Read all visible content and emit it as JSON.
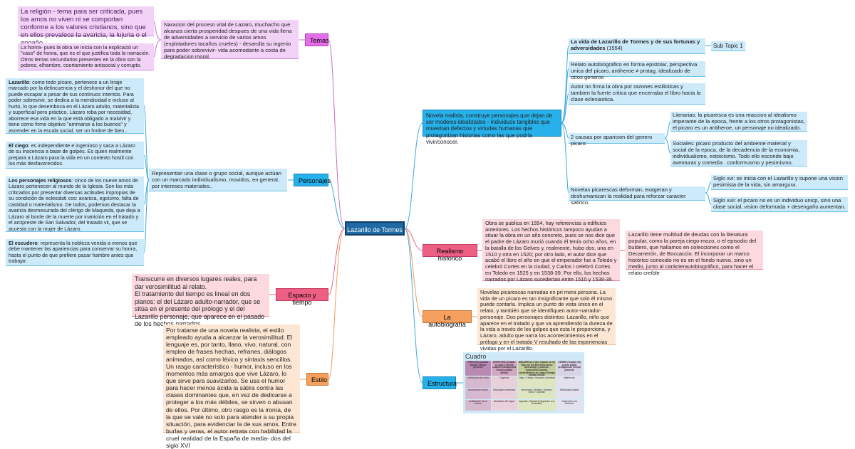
{
  "central": "Lazarillo de Tormes",
  "temas": {
    "label": "Temas",
    "main": "Naracion del proceso vital de Lazaro, muchacho que alcanza cierta prosperidad despues de una vida llena de adversidades a servicio de varios amos (explotadores tacaños crueles) - desarolla su ingenio para poder sobrevivir- vida acomodante a costa de degradacion moral.",
    "religion": "La religión - tema para ser criticada, pues los amos no viven ni se comportan conforme a los valores cristianos, sino que en ellos prevalece la avaricia, la lujuria o el engaño.",
    "honra": "La honra- pues la obra se inicia con la explicació un \"caso\" de honra, que es el que justifica toda la narración. Otros temas secundarios presentes en la obra son la pobrez, elhambre, coortamiento antisocial y corrupto."
  },
  "personajes": {
    "label": "Personajes",
    "main": "Representan una clase o grupo social, aunque actúan con un marcado individualismo, movidos, en general, por intereses materiales..",
    "lazarillo_name": "Lazarillo",
    "lazarillo": ": como todo pícaro, pertenece a un linaje marcado por la delincuencia y el deshonor del que no puede escapar a pesar de sus continuos intentos. Para poder sobrevivir, se dedica a la mendicidad e incluso al hurto, lo que desemboca en el Lázaro adulto, materialista y superficial pero práctico. Lázaro roba por necesidad, aborrece esa vida en la que está obligado a malvivir y tiene como firme objetivo \"arrimarse a los buenos\" y ascender en la escala social, ser un hmbre de bien..",
    "ciego_name": "El ciego",
    "ciego": ": es independiente e ingenioso y saca a Lázaro de su inocencia a base de golpes. Es quien realmente prepara a Lázaro para la vida en un contexto hostil con los más desfavorecidos.",
    "religiosos_name": "Los personajes religiosos",
    "religiosos": ": cinco de los nueve amos de Lázaro pertenecen al mundo de la Iglesia. Son los más criticados por presentar diversas actitudes impropias de su condición de eclesiásti cos: avaricia, egoísmo, falta de castidad o materialismo. De todos, podemos destacar la avaricia desmesurada del clérigo de Maqueda, que deja a Lázaro al borde de la muerte por inanición en el tratado y el arcipreste de San Salvador, del tratado vii, que se acuesta con la mujer de Lázaro.",
    "escudero_name": "El escudero",
    "escudero": ": representa la nobleza venida a menos que debe mantener las apariencias para conservar su honra, hasta el punto de que prefiere pasar hambre antes que trabajar."
  },
  "espacio": {
    "label": "Espacio y tiempo",
    "main": "Transcurre en diversos lugares reales, para dar verosimilitud al relato.\nEl tratamiento del tiempo es lineal en dos planos: el del Lázaro adulto-narrador, que se sitúa en el presente del prólogo y el del Lazarillo personaje, que aparece en el pasado de los hechos narrados."
  },
  "estilo": {
    "label": "Estilo",
    "main": "Por tratarse de una novela realista, el estilo empleado ayuda a alcanzar la verosimilitud. El lenguaje es, por tanto, llano, vivo, natural, con empleo de frases hechas, refranes, diálogos animados, así como léxico y sintaxis sencillos.\nUn rasgo característico - humor, incluso en los momentos más amargos que vive Lázaro, lo que sirve para suavizarlos. Se usa el humor para hacer menos ácida la sátira contra las clases dominantes que, en vez de dedicarse a proteger a los más débiles, se sirven o abusan de ellos. Por último, otro rasgo  es la ironía, de la que se vale no solo para atender a su propia situación, para evidenciar la de sus amos. Entre burlas y veras, el autor retrata con habilidad la cruel realidad de la España de media- dos del siglo XVI"
  },
  "novela": {
    "main": "Novela realista, construye personajes que dejan de ser modelos idealizados - individuos tangibles que muestran defectos y virtudes humanas que protagonizan historias como las que podría vivir/conocer.",
    "vida_title": "La vida de Lazarillo de Tormes y de sus fortunas y adversidades",
    "vida_year": " (1554)",
    "subtopic": "Sub Topic 1",
    "relato": "Relato autobiografico en forma epistolar, perspectiva unica del picaro, antiheroe ≠ protag. idealizado de otros generos",
    "autor": "Autor no firma la obra por razones estilisticas y tambien la fuerte critica que encerraba el libro hacia la clase eclesiastica.",
    "causas": "2 causas por aparicion del genero picaro:",
    "literarias": "Literarias: la picaresca es una reaccion al idealismo imperante de la epoca, frente a los otros protagonistas, el picaro es un antiheroe, un personaje no idealizado.",
    "sociales": "Sociales: picaro producto del ambiente material y social de la epoca, de la decadencia de la economia, individualismo, estoicismo. Todo ello esconde bajo aventuras y comedia . conformusmo y pesimismo.",
    "deforman": "Novelas picarescas deforman, exageran y deshumanizan la realidad para reforzar caracter satirico.",
    "xvi": "Siglo xvi: se inicia con el Lazarillo y supone una vision pesimista de la vida, sin amargura.",
    "xvii": "Siglo xvii: el picaro no es un individuo unicp, sino una clase social, vision deformada + desengaño aumentan."
  },
  "realismo": {
    "label": "Realismo historico",
    "main": "Obra se publica en 1554, hay referencias a edificios anteriores. Los hechos históricos tampoco ayudan a situar la obra en un año concreto, pues se nos dice que el padre de Lázaro murió cuando él tenía ocho años, en la batalla de los Gelves y, realmente, hubo dos, una en 1510 y otra en 1520; por otro lado, el autor dice que acabó el libro el año en que el emperador fue a Toledo y celebró Cortes en la ciudad, y Carlos I celebró Cortes en Toledo en 1525 y en 1538-39. Por ello, los hechos narrados por Lázaro sucederían entre 1510 y 1538-39.",
    "deudas": "Lazarillo tiene multitud de deudas con la literatura popular, como la pareja ciego-mozo, o el episodio del buldero, que hallamos en colecciones como el Decamerón, de Boccaccio. El incorporar un marco histórico conocido no es en el fondo nuevo, sino un medio, junto al carácterautobiográfico, para hacer el relato creíble"
  },
  "autobiografia": {
    "label": "La autobiografía",
    "main": "Novelas picarescas narradas en pri mera persona. La vida de un pícaro es tan insignificante que solo él mismo puede contarla. Implica un punto de vista único en el relato, y también que se identifiquen autor-narrador-personaje. Dos personajes distintos: Lazarillo, niño que aparece en el tratado y que va aprendiendo la dureza de la vida a través de los golpes que esta le proporciona, y Lázaro, adulto que narra los acontecimientos en el prólogo y en el tratado V resultado de las experiencias vividas por el Lazarillo."
  },
  "estructura": {
    "label": "Estructura",
    "cuadro_title": "Cuadro",
    "cells": [
      "PRÓLOGO (Lázaro adulto) Tiempo presente",
      "APERTURA (Tratado I) Linaje y familia Lazarillo protagonista Tiempo pasado (lineal)",
      "DESARROLLO (Del tratado I al VI) Vida con los diferentes amos: aprendizaje y pobreza / autonomía Lazarillo convirtiéndose en Lázaro Tiempo pasado (lineal)",
      "CIERRE (Tratado VII) Lázaro adulto protagonista Tiempo presente",
      "Justificación del relato",
      "Orígenes",
      "Ciego / Clérigo / Escudero (Hambre)",
      "Matrimonio",
      "Novedad del escrito",
      "Dificultades familiares",
      "Mercedario / Buldero / Maestro pintor / Capellán",
      "Estabilidad familiar",
      "Justificación de su fortuna",
      "Abandono del hogar",
      "Aguador / Alguacil (Integración a la sociedad)",
      "Integración a la sociedad"
    ]
  },
  "colors": {
    "temas": "#e56ee8",
    "personajes": "#27b1ea",
    "realismo": "#ee5f84",
    "estilo": "#f5a05f",
    "central": "#1f6aa4"
  }
}
